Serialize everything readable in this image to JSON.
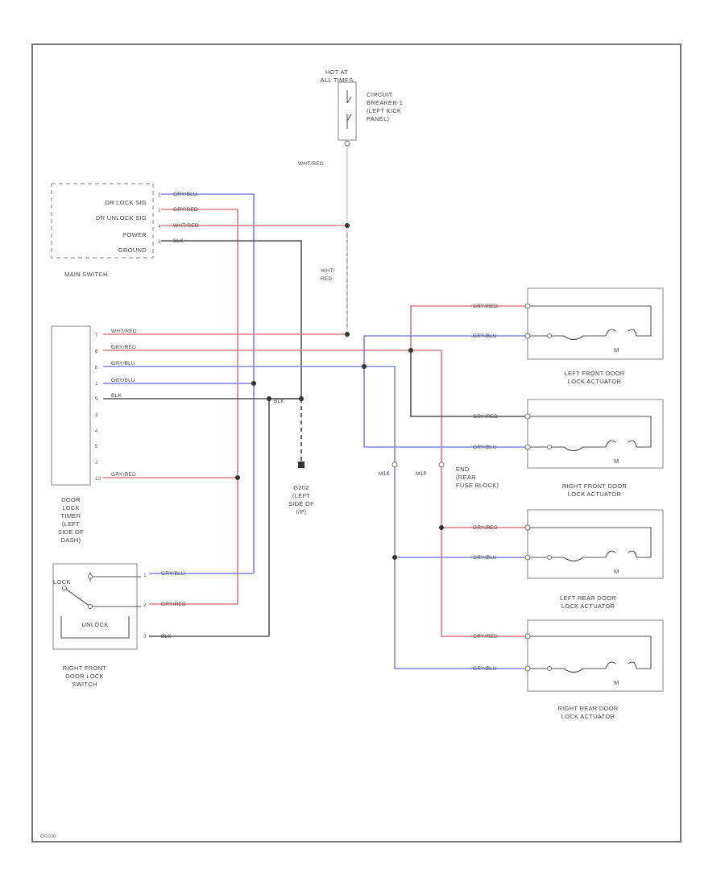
{
  "power": {
    "hot_label": "HOT AT\nALL TIMES",
    "breaker_label": "CIRCUIT\nBREAKER-1\n(LEFT KICK\nPANEL)",
    "feed_wire": "WHT/RED",
    "feed_wire_2": "WHT/\nRED"
  },
  "main_switch": {
    "rows": [
      "DR LOCK SIG",
      "DR UNLOCK SIG",
      "POWER",
      "GROUND"
    ],
    "pins": [
      "2",
      "1",
      "4",
      "3"
    ],
    "name": "MAIN SWITCH",
    "wires": [
      "GRY/BLU",
      "GRY/RED",
      "WHT/RED",
      "BLK"
    ]
  },
  "timer": {
    "pins": [
      "7",
      "8",
      "6",
      "1",
      "9",
      "3",
      "4",
      "5",
      "2",
      "10"
    ],
    "wires": [
      "WHT/RED",
      "GRY/RED",
      "GRY/BLU",
      "GRY/BLU",
      "BLK",
      "",
      "",
      "",
      "",
      "GRY/RED"
    ],
    "name": "DOOR\nLOCK\nTIMER\n(LEFT\nSIDE OF\nDASH)"
  },
  "ground": {
    "wire": "BLK",
    "name": "G202\n(LEFT\nSIDE OF\nI/P)"
  },
  "door_switch": {
    "lock": "LOCK",
    "unlock": "UNLOCK",
    "name": "RIGHT FRONT\nDOOR LOCK\nSWITCH",
    "pins": [
      "1",
      "2",
      "3"
    ],
    "wires": [
      "GRY/BLU",
      "GRY/RED",
      "BLK"
    ]
  },
  "fuse_block": {
    "left": "M1K",
    "right": "M1P",
    "name": "END\n(REAR\nFUSE BLOCK)"
  },
  "actuators": [
    {
      "name": "LEFT FRONT DOOR\nLOCK ACTUATOR",
      "w1": "GRY/RED",
      "w2": "GRY/BLU",
      "motor": "M"
    },
    {
      "name": "RIGHT FRONT DOOR\nLOCK ACTUATOR",
      "w1": "GRY/RED",
      "w2": "GRY/BLU",
      "motor": "M"
    },
    {
      "name": "LEFT REAR DOOR\nLOCK ACTUATOR",
      "w1": "GRY/RED",
      "w2": "GRY/BLU",
      "motor": "M"
    },
    {
      "name": "RIGHT REAR DOOR\nLOCK ACTUATOR",
      "w1": "GRY/RED",
      "w2": "GRY/BLU",
      "motor": "M"
    }
  ],
  "figure_id": "G0200",
  "colors": {
    "red_wire": "#e07a80",
    "blue_wire": "#8484e0",
    "black_wire": "#555555",
    "white_wire": "#bdbdbd"
  }
}
